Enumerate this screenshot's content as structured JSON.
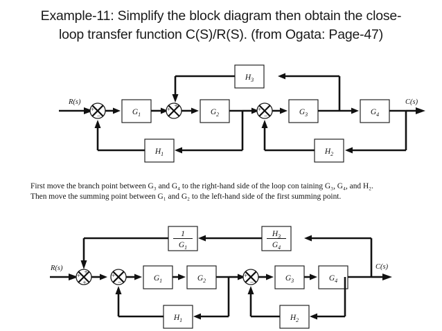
{
  "slide": {
    "title_line_1": "Example-11: Simplify the block diagram then obtain the close-",
    "title_line_2": "loop transfer function C(S)/R(S). (from Ogata: Page-47)"
  },
  "instructions": {
    "line_1": "First move the branch point between G₃ and G₄ to the right-hand side of the loop con taining G₃, G₄, and H₂.",
    "line_2": "Then move the summing point between G₁ and G₂ to the left-hand side of the first summing point."
  },
  "diagram_1": {
    "name": "original-block-diagram",
    "input_label": "R(s)",
    "output_label": "C(s)",
    "blocks": [
      {
        "id": "G1",
        "base": "G",
        "sub": "1"
      },
      {
        "id": "G2",
        "base": "G",
        "sub": "2"
      },
      {
        "id": "G3",
        "base": "G",
        "sub": "3"
      },
      {
        "id": "G4",
        "base": "G",
        "sub": "4"
      },
      {
        "id": "H1",
        "base": "H",
        "sub": "1"
      },
      {
        "id": "H2",
        "base": "H",
        "sub": "2"
      },
      {
        "id": "H3",
        "base": "H",
        "sub": "3"
      }
    ],
    "summing_junctions": [
      {
        "id": "S1",
        "left_sign": "+",
        "bottom_sign": "−",
        "top_sign": ""
      },
      {
        "id": "S2",
        "left_sign": "+",
        "bottom_sign": "",
        "top_sign": "+"
      },
      {
        "id": "S3",
        "left_sign": "+",
        "bottom_sign": "−",
        "top_sign": ""
      }
    ]
  },
  "diagram_2": {
    "name": "rearranged-block-diagram",
    "input_label": "R(s)",
    "output_label": "C(s)",
    "blocks": [
      {
        "id": "G1",
        "base": "G",
        "sub": "1"
      },
      {
        "id": "G2",
        "base": "G",
        "sub": "2"
      },
      {
        "id": "G3",
        "base": "G",
        "sub": "3"
      },
      {
        "id": "G4",
        "base": "G",
        "sub": "4"
      },
      {
        "id": "H1",
        "base": "H",
        "sub": "1"
      },
      {
        "id": "H2",
        "base": "H",
        "sub": "2"
      }
    ],
    "fraction_blocks": [
      {
        "id": "INV_G1",
        "numerator": "1",
        "num_sub": "",
        "denominator": "G",
        "den_sub": "1"
      },
      {
        "id": "H3_OVER_G4",
        "numerator": "H",
        "num_sub": "3",
        "denominator": "G",
        "den_sub": "4"
      }
    ],
    "summing_junctions": [
      {
        "id": "S1",
        "left_sign": "+",
        "bottom_sign": "+",
        "top_sign": "+"
      },
      {
        "id": "S2",
        "left_sign": "+",
        "bottom_sign": "−",
        "top_sign": ""
      },
      {
        "id": "S3",
        "left_sign": "+",
        "bottom_sign": "−",
        "top_sign": ""
      }
    ]
  },
  "colors": {
    "ink": "#111111",
    "title": "#1a1a1a",
    "background": "#ffffff"
  }
}
